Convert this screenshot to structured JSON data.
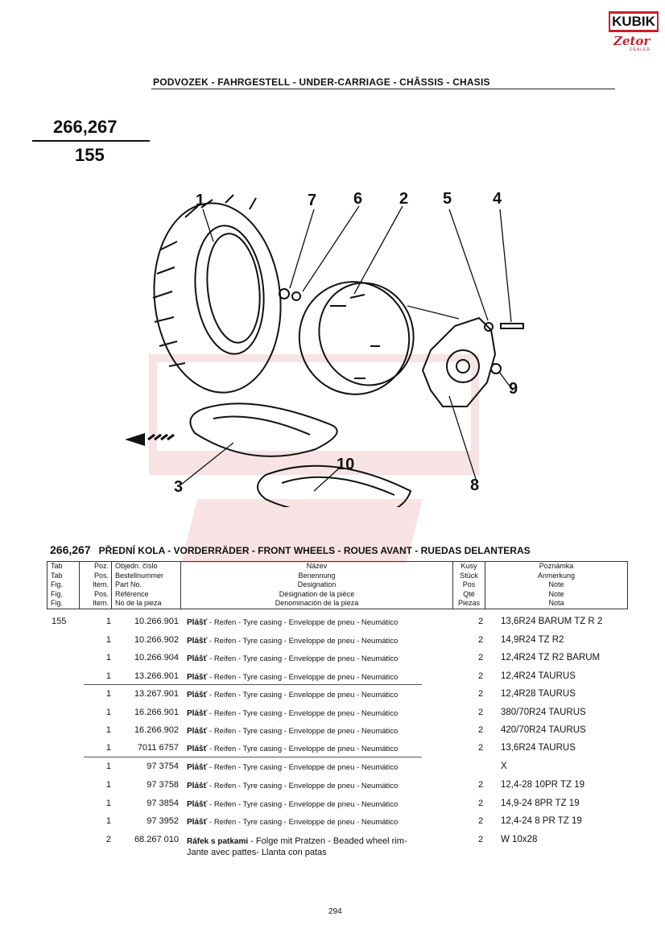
{
  "logo": {
    "brand": "KUBIK",
    "sub": "Zetor",
    "dealer": "DEALER"
  },
  "header": "PODVOZEK - FAHRGESTELL - UNDER-CARRIAGE - CHÂSSIS - CHASIS",
  "tab_top": "266,267",
  "tab_bottom": "155",
  "callouts": [
    "1",
    "7",
    "6",
    "2",
    "5",
    "4",
    "9",
    "3",
    "10",
    "8"
  ],
  "section": {
    "num": "266,267",
    "title": "PŘEDNÍ KOLA - VORDERRÄDER - FRONT WHEELS - ROUES AVANT - RUEDAS DELANTERAS"
  },
  "columns": {
    "tab": [
      "Tab",
      "Tab",
      "Fig.",
      "Fig.",
      "Fig."
    ],
    "poz": [
      "Poz.",
      "Pos.",
      "Item.",
      "Pos.",
      "Item."
    ],
    "part": [
      "Objedn. číslo",
      "Bestellnummer",
      "Part No.",
      "Référence",
      "No de la pieza"
    ],
    "name": [
      "Název",
      "Benennung",
      "Designation",
      "Désignation de la pièce",
      "Denominación de la pieza"
    ],
    "qty": [
      "Kusy",
      "Stück",
      "Pos",
      "Qté",
      "Piezas"
    ],
    "note": [
      "Poznámka",
      "Anmerkung",
      "Note",
      "Note",
      "Nota"
    ]
  },
  "rows": [
    {
      "tab": "155",
      "poz": "1",
      "part": "10.266.901",
      "name": "Plášť",
      "desc": " - Reifen - Tyre casing - Enveloppe de pneu - Neumático",
      "qty": "2",
      "note": "13,6R24 BARUM TZ R 2"
    },
    {
      "tab": "",
      "poz": "1",
      "part": "10.266.902",
      "name": "Plášť",
      "desc": " - Reifen - Tyre casing - Enveloppe de pneu - Neumático",
      "qty": "2",
      "note": "14,9R24 TZ R2"
    },
    {
      "tab": "",
      "poz": "1",
      "part": "10.266.904",
      "name": "Plášť",
      "desc": " - Reifen - Tyre casing - Enveloppe de pneu - Neumático",
      "qty": "2",
      "note": "12,4R24  TZ R2 BARUM"
    },
    {
      "tab": "",
      "poz": "1",
      "part": "13.266.901",
      "name": "Plášť",
      "desc": " - Reifen - Tyre casing - Enveloppe de pneu - Neumático",
      "qty": "2",
      "note": "12,4R24 TAURUS"
    },
    {
      "tab": "",
      "poz": "1",
      "part": "13.267.901",
      "name": "Plášť",
      "desc": " - Reifen - Tyre casing - Enveloppe de pneu - Neumático",
      "qty": "2",
      "note": "12,4R28 TAURUS"
    },
    {
      "tab": "",
      "poz": "1",
      "part": "16.266.901",
      "name": "Plášť",
      "desc": " - Reifen - Tyre casing - Enveloppe de pneu - Neumático",
      "qty": "2",
      "note": "380/70R24 TAURUS"
    },
    {
      "tab": "",
      "poz": "1",
      "part": "16.266.902",
      "name": "Plášť",
      "desc": " - Reifen - Tyre casing - Enveloppe de pneu - Neumático",
      "qty": "2",
      "note": "420/70R24 TAURUS"
    },
    {
      "tab": "",
      "poz": "1",
      "part": "7011 6757",
      "name": "Plášť",
      "desc": " - Reifen - Tyre casing - Enveloppe de pneu - Neumático",
      "qty": "2",
      "note": "13,6R24 TAURUS"
    },
    {
      "tab": "",
      "poz": "1",
      "part": "97 3754",
      "name": "Plášť",
      "desc": " - Reifen - Tyre casing - Enveloppe de pneu - Neumático",
      "qty": "",
      "note": "X"
    },
    {
      "tab": "",
      "poz": "1",
      "part": "97 3758",
      "name": "Plášť",
      "desc": " - Reifen - Tyre casing - Enveloppe de pneu - Neumático",
      "qty": "2",
      "note": "12,4-28 10PR TZ 19"
    },
    {
      "tab": "",
      "poz": "1",
      "part": "97 3854",
      "name": "Plášť",
      "desc": " - Reifen - Tyre casing - Enveloppe de pneu - Neumático",
      "qty": "2",
      "note": "14,9-24 8PR TZ 19"
    },
    {
      "tab": "",
      "poz": "1",
      "part": "97 3952",
      "name": "Plášť",
      "desc": " - Reifen - Tyre casing - Enveloppe de pneu - Neumático",
      "qty": "2",
      "note": "12,4-24 8 PR TZ 19"
    },
    {
      "tab": "",
      "poz": "2",
      "part": "68.267 010",
      "name": "Ráfek s patkami",
      "desc": " - Folge mit Pratzen - Beaded wheel rim-",
      "desc2": "Jante avec pattes- Llanta con patas",
      "qty": "2",
      "note": "W 10x28"
    }
  ],
  "page_number": "294"
}
